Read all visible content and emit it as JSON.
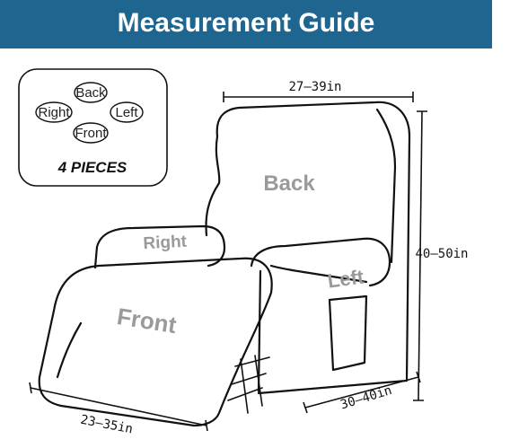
{
  "header": {
    "title": "Measurement Guide"
  },
  "legend": {
    "pieces": [
      "Back",
      "Right",
      "Left",
      "Front"
    ],
    "count_label": "4 PIECES"
  },
  "chair_labels": {
    "back": "Back",
    "right": "Right",
    "left": "Left",
    "front": "Front"
  },
  "dimensions": {
    "width": "27–39in",
    "height": "40–50in",
    "depth": "30–40in",
    "front": "23–35in"
  },
  "colors": {
    "header_bg": "#1e668f",
    "header_text": "#ffffff",
    "label_gray": "#9a9a9a",
    "outline": "#111111"
  }
}
